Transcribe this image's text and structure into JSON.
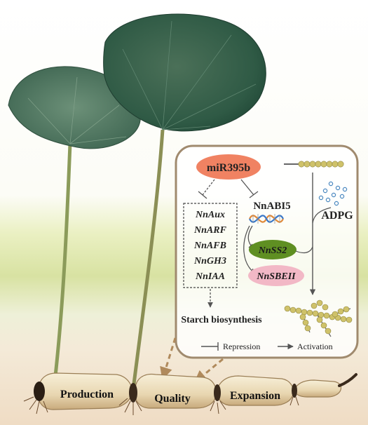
{
  "nodes": {
    "mir395b": "miR395b",
    "nnabi5": "NnABI5",
    "nnss2": "NnSS2",
    "nnsbeii": "NnSBEII",
    "adpg": "ADPG",
    "starch_biosynthesis": "Starch biosynthesis"
  },
  "auxin_genes": [
    "NnAux",
    "NnARF",
    "NnAFB",
    "NnGH3",
    "NnIAA"
  ],
  "legend": {
    "repression": "Repression",
    "activation": "Activation"
  },
  "rhizome_labels": {
    "production": "Production",
    "quality": "Quality",
    "expansion": "Expansion"
  },
  "colors": {
    "mir_oval": "#f08262",
    "ss2_oval": "#5f8f22",
    "sbeii_oval": "#f2b8c6",
    "panel_border": "#a08a6e",
    "dashed_arrow": "#b08a5c"
  }
}
